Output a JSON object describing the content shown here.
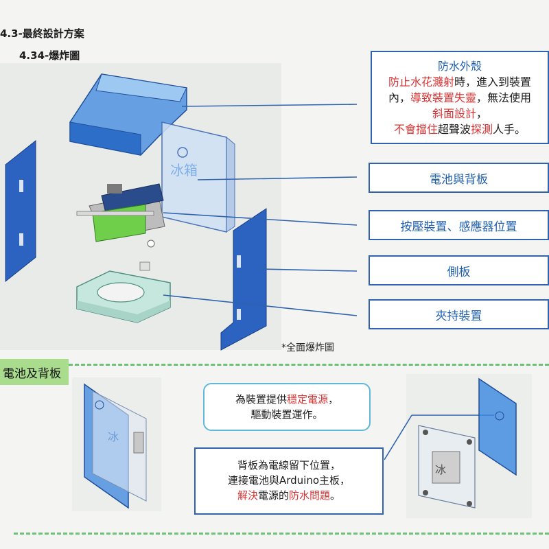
{
  "header": {
    "section": "4.3-最終設計方案",
    "subsection": "4.34-爆炸圖"
  },
  "callouts": {
    "waterproof": {
      "title": "防水外殼",
      "line1_red": "防止水花濺射",
      "line1_tail": "時，進入到裝置",
      "line2_head": "內，",
      "line2_red": "導致裝置失靈",
      "line2_tail": "，無法使用",
      "line3_red": "斜面設計",
      "line3_tail": "，",
      "line4_red1": "不會擋住",
      "line4_mid": "超聲波",
      "line4_red2": "探測",
      "line4_tail": "人手。"
    },
    "battery": "電池與背板",
    "sensor": "按壓裝置、感應器位置",
    "side": "側板",
    "clamp": "夾持裝置"
  },
  "caption": "*全面爆炸圖",
  "section2": {
    "tag": "電池及背板",
    "note1_line1_head": "為裝置提供",
    "note1_line1_red": "穩定電源",
    "note1_line1_tail": "，",
    "note1_line2": "驅動裝置運作。",
    "note2_line1": "背板為電線留下位置，",
    "note2_line2": "連接電池與Arduino主板，",
    "note2_line3_red1": "解決",
    "note2_line3_mid": "電源的",
    "note2_line3_red2": "防水問題",
    "note2_line3_tail": "。"
  },
  "colors": {
    "accent_blue": "#2f63ad",
    "panel_blue": "#2c62c0",
    "highlight_red": "#d83232",
    "tag_green": "#a9dc8d",
    "dash_green": "#69c275"
  }
}
